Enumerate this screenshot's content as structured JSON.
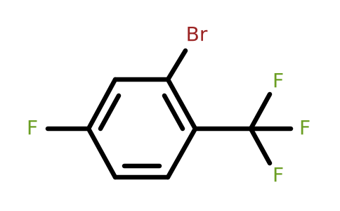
{
  "molecule": {
    "atoms": [
      {
        "id": "bromine",
        "symbol": "Br",
        "color": "#9b2323"
      },
      {
        "id": "fluorine-ring",
        "symbol": "F",
        "color": "#6b9e23"
      },
      {
        "id": "fluorine-cf3-top",
        "symbol": "F",
        "color": "#6b9e23"
      },
      {
        "id": "fluorine-cf3-right",
        "symbol": "F",
        "color": "#6b9e23"
      },
      {
        "id": "fluorine-cf3-bottom",
        "symbol": "F",
        "color": "#6b9e23"
      }
    ],
    "bond_color": "#000000"
  }
}
